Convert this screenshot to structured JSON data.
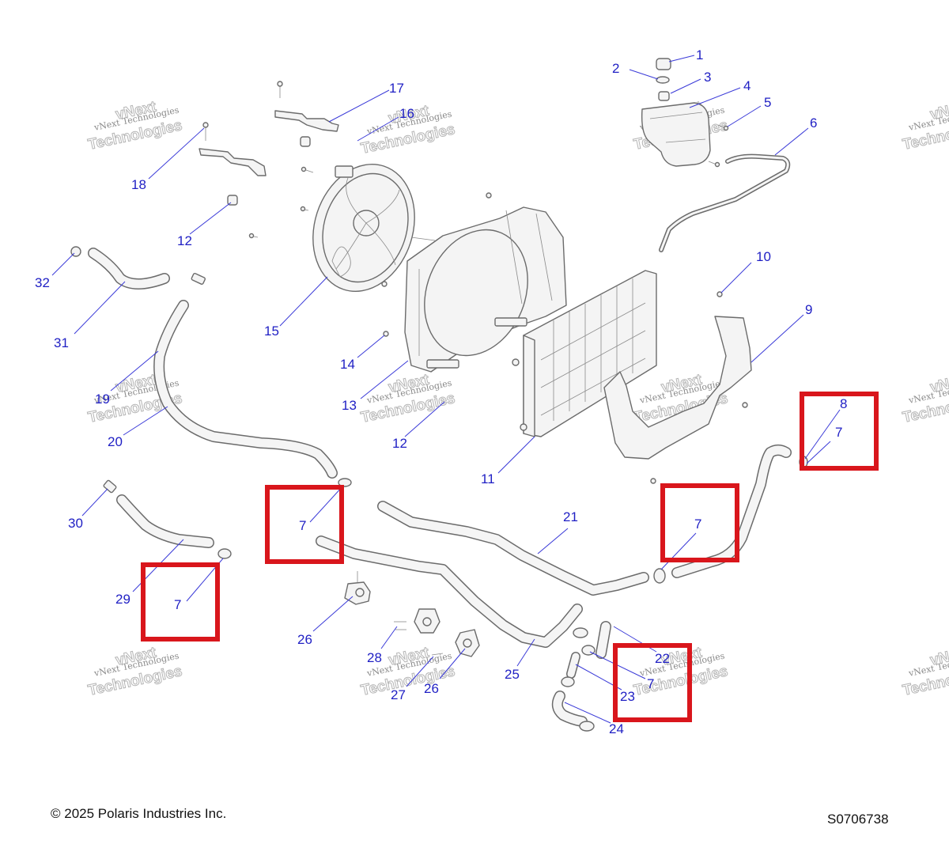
{
  "callouts": [
    {
      "label": "1"
    },
    {
      "label": "2"
    },
    {
      "label": "3"
    },
    {
      "label": "4"
    },
    {
      "label": "5"
    },
    {
      "label": "6"
    },
    {
      "label": "17"
    },
    {
      "label": "16"
    },
    {
      "label": "18"
    },
    {
      "label": "12"
    },
    {
      "label": "32"
    },
    {
      "label": "31"
    },
    {
      "label": "15"
    },
    {
      "label": "10"
    },
    {
      "label": "9"
    },
    {
      "label": "14"
    },
    {
      "label": "13"
    },
    {
      "label": "19"
    },
    {
      "label": "20"
    },
    {
      "label": "12"
    },
    {
      "label": "11"
    },
    {
      "label": "8"
    },
    {
      "label": "7"
    },
    {
      "label": "30"
    },
    {
      "label": "7"
    },
    {
      "label": "21"
    },
    {
      "label": "7"
    },
    {
      "label": "29"
    },
    {
      "label": "7"
    },
    {
      "label": "26"
    },
    {
      "label": "28"
    },
    {
      "label": "22"
    },
    {
      "label": "7"
    },
    {
      "label": "25"
    },
    {
      "label": "23"
    },
    {
      "label": "27"
    },
    {
      "label": "26"
    },
    {
      "label": "24"
    }
  ],
  "watermark": {
    "line1": "vNext Technologies",
    "line2": "Technologies",
    "line3": "vNext"
  },
  "footer": {
    "copyright": "© 2025 Polaris Industries Inc.",
    "figure_id": "S0706738"
  },
  "colors": {
    "callout_text": "#1f1fc4",
    "leader_line": "#3a3ad8",
    "highlight_box": "#d9161c",
    "part_outline": "#6b6b6b"
  }
}
